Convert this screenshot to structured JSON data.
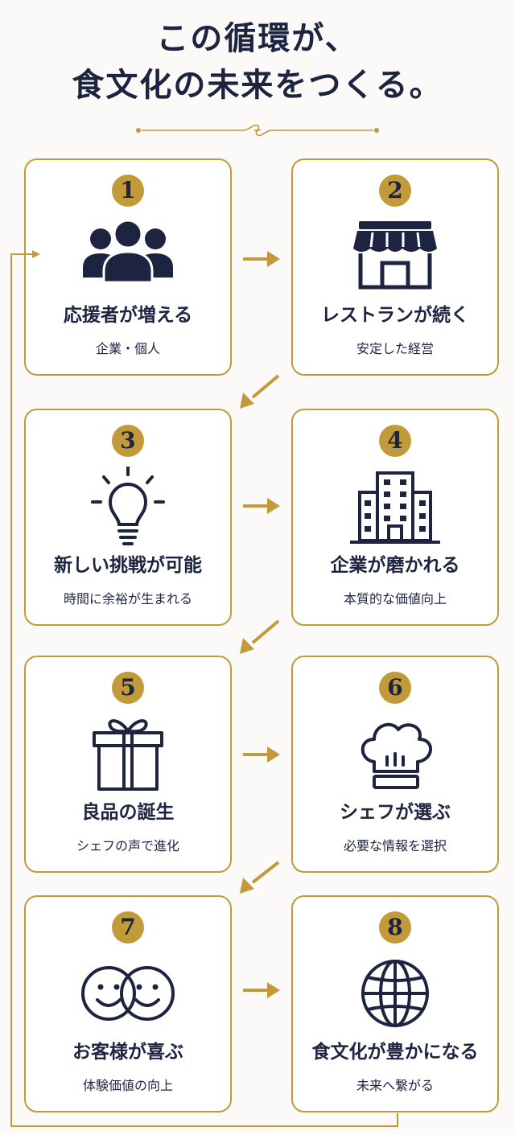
{
  "header": {
    "title_line1": "この循環が、",
    "title_line2": "食文化の未来をつくる。"
  },
  "steps": [
    {
      "number": "1",
      "title": "応援者が増える",
      "subtitle": "企業・個人",
      "icon": "people-icon"
    },
    {
      "number": "2",
      "title": "レストランが続く",
      "subtitle": "安定した経営",
      "icon": "storefront-icon"
    },
    {
      "number": "3",
      "title": "新しい挑戦が可能",
      "subtitle": "時間に余裕が生まれる",
      "icon": "lightbulb-icon"
    },
    {
      "number": "4",
      "title": "企業が磨かれる",
      "subtitle": "本質的な価値向上",
      "icon": "building-icon"
    },
    {
      "number": "5",
      "title": "良品の誕生",
      "subtitle": "シェフの声で進化",
      "icon": "gift-icon"
    },
    {
      "number": "6",
      "title": "シェフが選ぶ",
      "subtitle": "必要な情報を選択",
      "icon": "chef-hat-icon"
    },
    {
      "number": "7",
      "title": "お客様が喜ぶ",
      "subtitle": "体験価値の向上",
      "icon": "smiley-faces-icon"
    },
    {
      "number": "8",
      "title": "食文化が豊かになる",
      "subtitle": "未来へ繋がる",
      "icon": "globe-icon"
    }
  ],
  "colors": {
    "navy": "#1c2440",
    "gold": "#c39a3a",
    "background": "#fbfaf8"
  }
}
